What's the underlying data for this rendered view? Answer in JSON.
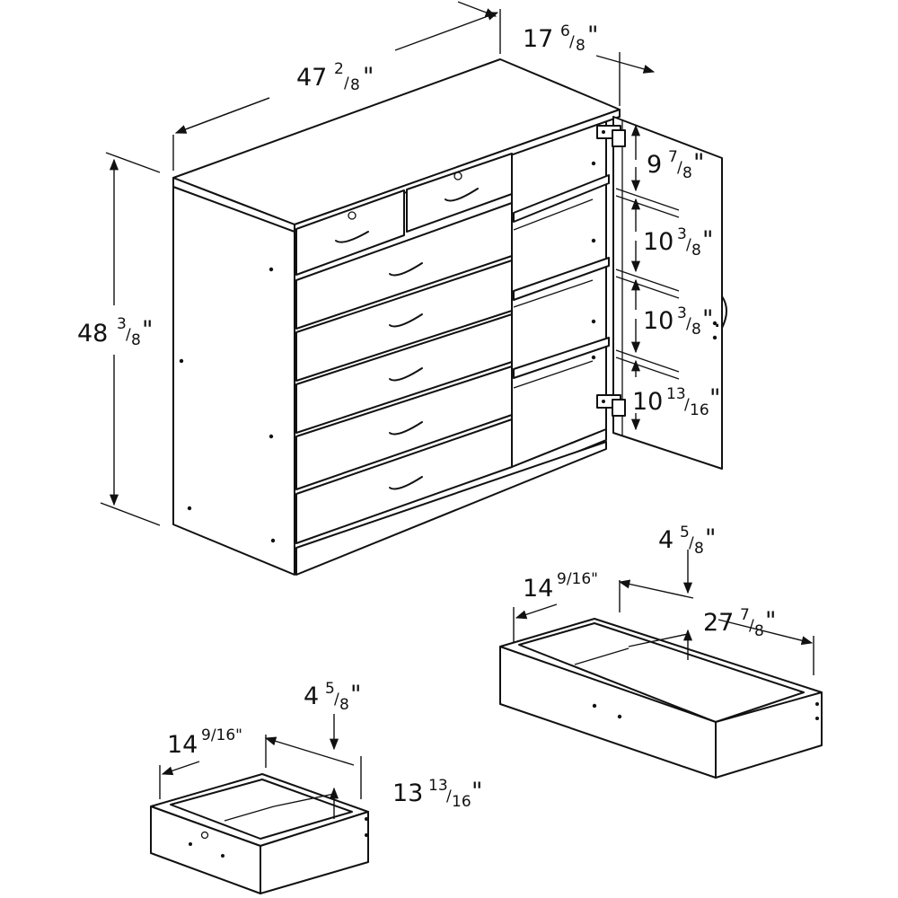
{
  "dimensions": {
    "cabinet_width": {
      "whole": "47",
      "num": "2",
      "den": "8",
      "mark": "\""
    },
    "cabinet_depth": {
      "whole": "17",
      "num": "6",
      "den": "8",
      "mark": "\""
    },
    "cabinet_height": {
      "whole": "48",
      "num": "3",
      "den": "8",
      "mark": "\""
    },
    "shelf_1": {
      "whole": "9",
      "num": "7",
      "den": "8",
      "mark": "\""
    },
    "shelf_2": {
      "whole": "10",
      "num": "3",
      "den": "8",
      "mark": "\""
    },
    "shelf_3": {
      "whole": "10",
      "num": "3",
      "den": "8",
      "mark": "\"."
    },
    "shelf_4": {
      "whole": "10",
      "num": "13",
      "den": "16",
      "mark": "\""
    },
    "large_drawer_height": {
      "whole": "4",
      "num": "5",
      "den": "8",
      "mark": "\""
    },
    "large_drawer_depth": {
      "whole": "14",
      "frac": "9/16\""
    },
    "large_drawer_width": {
      "whole": "27",
      "num": "7",
      "den": "8",
      "mark": "\""
    },
    "small_drawer_height": {
      "whole": "4",
      "num": "5",
      "den": "8",
      "mark": "\""
    },
    "small_drawer_depth": {
      "whole": "14",
      "frac": "9/16\""
    },
    "small_drawer_width": {
      "whole": "13",
      "num": "13",
      "den": "16",
      "mark": "\""
    }
  }
}
